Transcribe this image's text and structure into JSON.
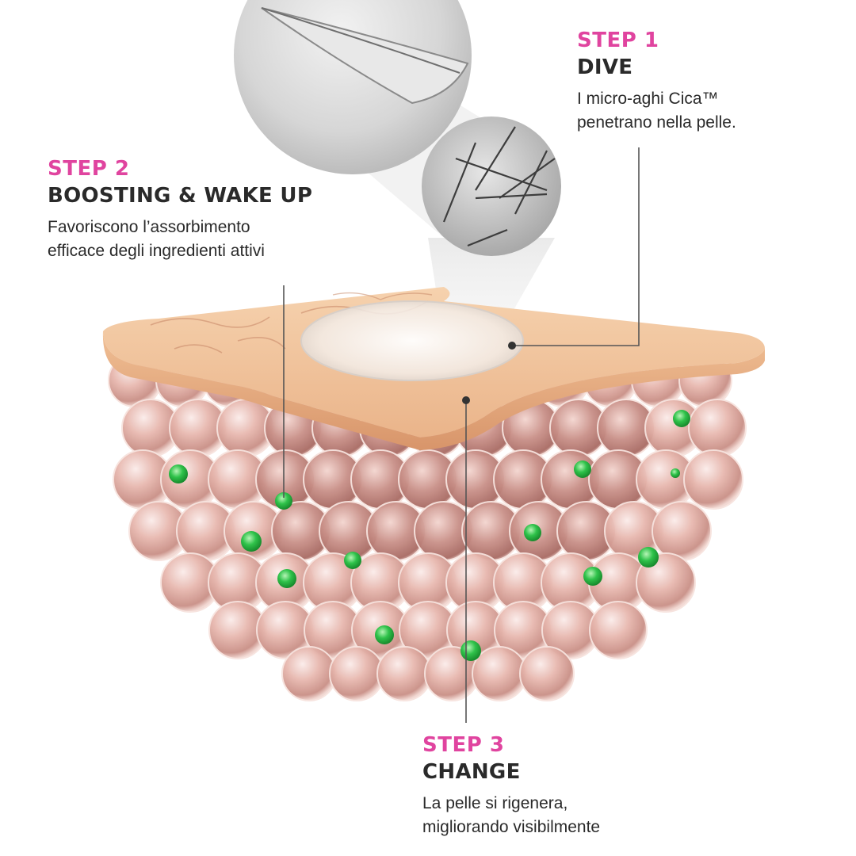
{
  "steps": [
    {
      "label": "STEP 1",
      "title": "DIVE",
      "lines": [
        "I micro-aghi Cica™",
        "penetrano nella pelle."
      ]
    },
    {
      "label": "STEP 2",
      "title": "BOOSTING & WAKE UP",
      "lines": [
        "Favoriscono l’assorbimento",
        "efficace degli ingredienti attivi"
      ]
    },
    {
      "label": "STEP 3",
      "title": "CHANGE",
      "lines": [
        "La pelle si rigenera,",
        "migliorando visibilmente"
      ]
    }
  ],
  "colors": {
    "accent": "#e0449f",
    "text": "#2a2a2a",
    "skin": "#f2c9a3",
    "cell": "#e8b3a6",
    "active_ingredient": "#2fc24a"
  }
}
